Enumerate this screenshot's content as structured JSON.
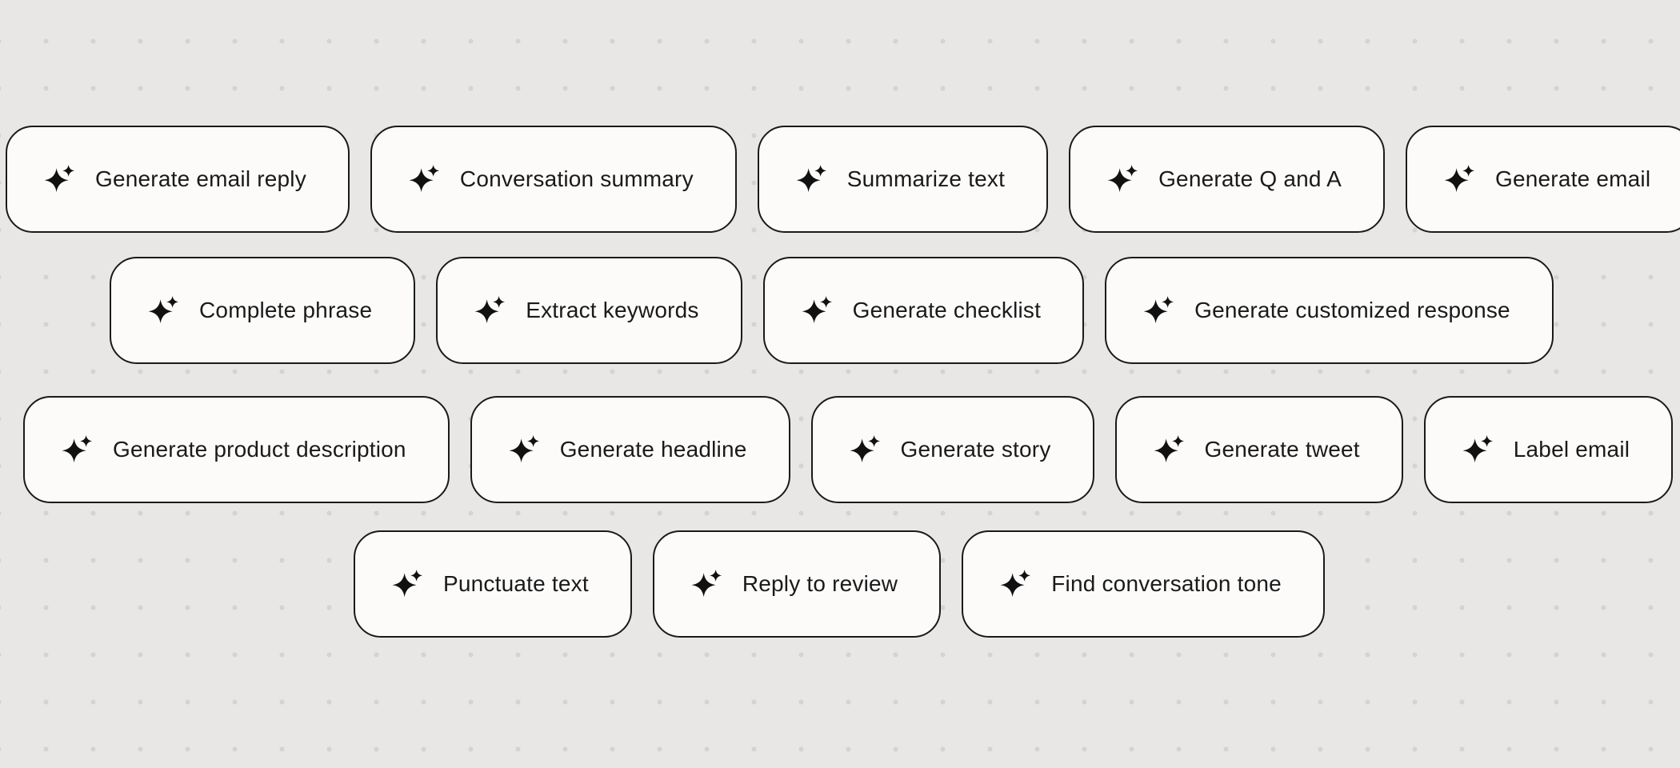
{
  "canvas": {
    "colors": {
      "background": "#e9e7e5",
      "card_bg": "#fcfbfa",
      "border": "#1a1a1a",
      "dot": "#d5d3d1",
      "text": "#1a1a1a"
    }
  },
  "cards": {
    "icon": "sparkle-icon",
    "rows": [
      {
        "items": [
          "Generate email reply",
          "Conversation summary",
          "Summarize text",
          "Generate Q and A",
          "Generate email"
        ]
      },
      {
        "items": [
          "Complete phrase",
          "Extract keywords",
          "Generate checklist",
          "Generate customized response"
        ]
      },
      {
        "items": [
          "Generate product description",
          "Generate headline",
          "Generate story",
          "Generate tweet",
          "Label email"
        ]
      },
      {
        "items": [
          "Punctuate text",
          "Reply to review",
          "Find conversation tone"
        ]
      }
    ]
  }
}
